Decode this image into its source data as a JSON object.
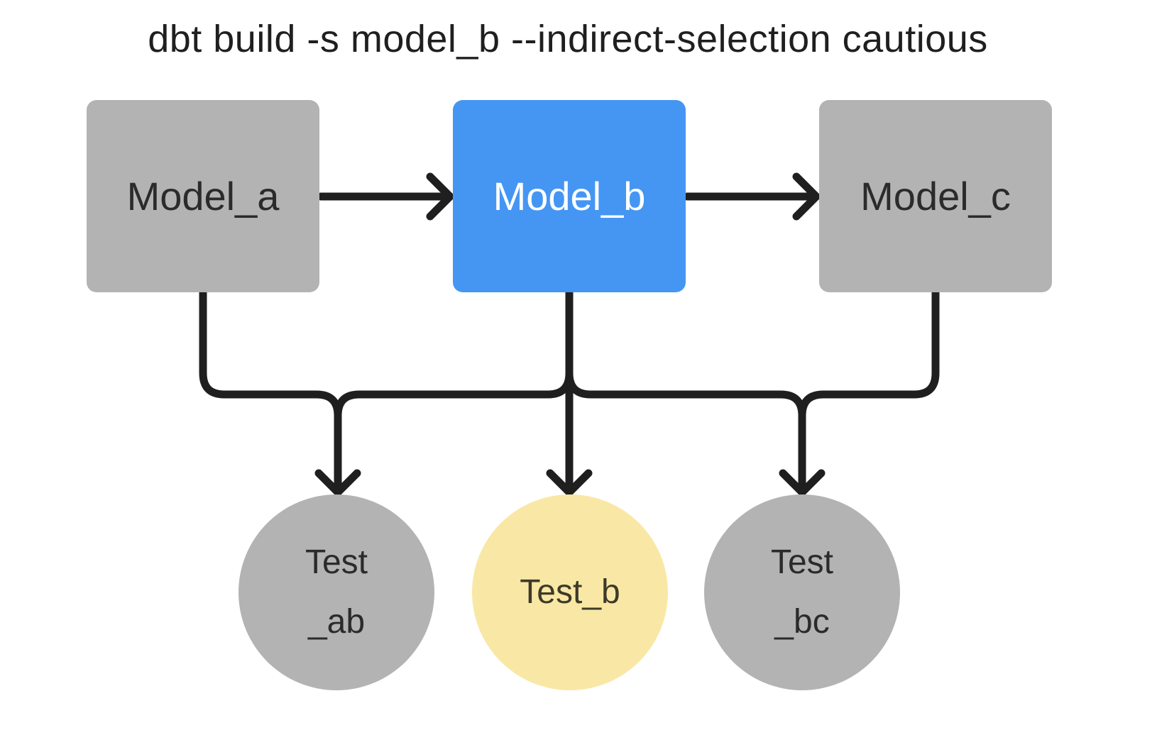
{
  "title": "dbt build -s model_b --indirect-selection cautious",
  "nodes": {
    "model_a": {
      "label": "Model_a",
      "kind": "model",
      "state": "unselected"
    },
    "model_b": {
      "label": "Model_b",
      "kind": "model",
      "state": "selected"
    },
    "model_c": {
      "label": "Model_c",
      "kind": "model",
      "state": "unselected"
    },
    "test_ab": {
      "line1": "Test",
      "line2": "_ab",
      "kind": "test",
      "state": "unselected"
    },
    "test_b": {
      "label": "Test_b",
      "kind": "test",
      "state": "indirectly-selected"
    },
    "test_bc": {
      "line1": "Test",
      "line2": "_bc",
      "kind": "test",
      "state": "unselected"
    }
  },
  "edges": [
    {
      "from": "model_a",
      "to": "model_b"
    },
    {
      "from": "model_b",
      "to": "model_c"
    },
    {
      "from": "model_a",
      "to": "test_ab"
    },
    {
      "from": "model_b",
      "to": "test_ab"
    },
    {
      "from": "model_b",
      "to": "test_b"
    },
    {
      "from": "model_b",
      "to": "test_bc"
    },
    {
      "from": "model_c",
      "to": "test_bc"
    }
  ],
  "colors": {
    "background": "#ffffff",
    "edge": "#1f1f1f",
    "title_text": "#1f1f1f",
    "node_muted": "#b3b3b3",
    "node_selected": "#4596f3",
    "node_indirect": "#f9e8a5",
    "text_dark": "#2b2b2b",
    "text_light": "#ffffff",
    "text_on_accent": "#3e3a29"
  }
}
